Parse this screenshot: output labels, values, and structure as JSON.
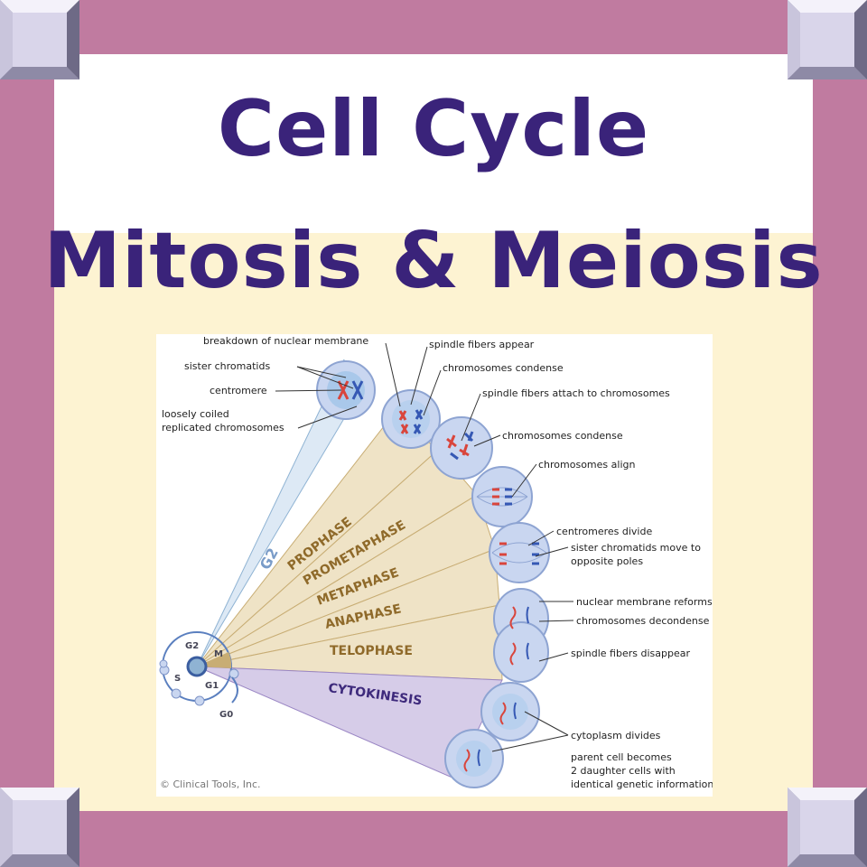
{
  "title": {
    "line1": "Cell Cycle",
    "line2": "Mitosis & Meiosis"
  },
  "colors": {
    "frame": "#c07ba0",
    "background": "#fdf3d2",
    "title_text": "#3a237a",
    "phase_text": "#8f6a2a",
    "cytokinesis_text": "#3e2a7c"
  },
  "diagram": {
    "labels": {
      "breakdown": "breakdown of nuclear membrane",
      "sister_chromatids": "sister chromatids",
      "centromere": "centromere",
      "loosely1": "loosely coiled",
      "loosely2": "replicated chromosomes",
      "spindle_appear": "spindle fibers appear",
      "chrom_condense1": "chromosomes condense",
      "spindle_attach": "spindle fibers attach to chromosomes",
      "chrom_condense2": "chromosomes condense",
      "chrom_align": "chromosomes align",
      "centromeres_divide": "centromeres divide",
      "sister_move1": "sister chromatids move to",
      "sister_move2": "opposite poles",
      "nuclear_reforms": "nuclear membrane reforms",
      "chrom_decondense": "chromosomes decondense",
      "spindle_disappear": "spindle fibers disappear",
      "cyto_divides": "cytoplasm divides",
      "parent1": "parent cell becomes",
      "parent2": "2 daughter cells with",
      "parent3": "identical genetic information"
    },
    "phases": {
      "g2": "G2",
      "prophase": "PROPHASE",
      "prometaphase": "PROMETAPHASE",
      "metaphase": "METAPHASE",
      "anaphase": "ANAPHASE",
      "telophase": "TELOPHASE",
      "cytokinesis": "CYTOKINESIS"
    },
    "cycle": {
      "g2": "G2",
      "s": "S",
      "g1": "G1",
      "m": "M",
      "g0": "G0"
    },
    "copyright": "© Clinical Tools, Inc."
  }
}
